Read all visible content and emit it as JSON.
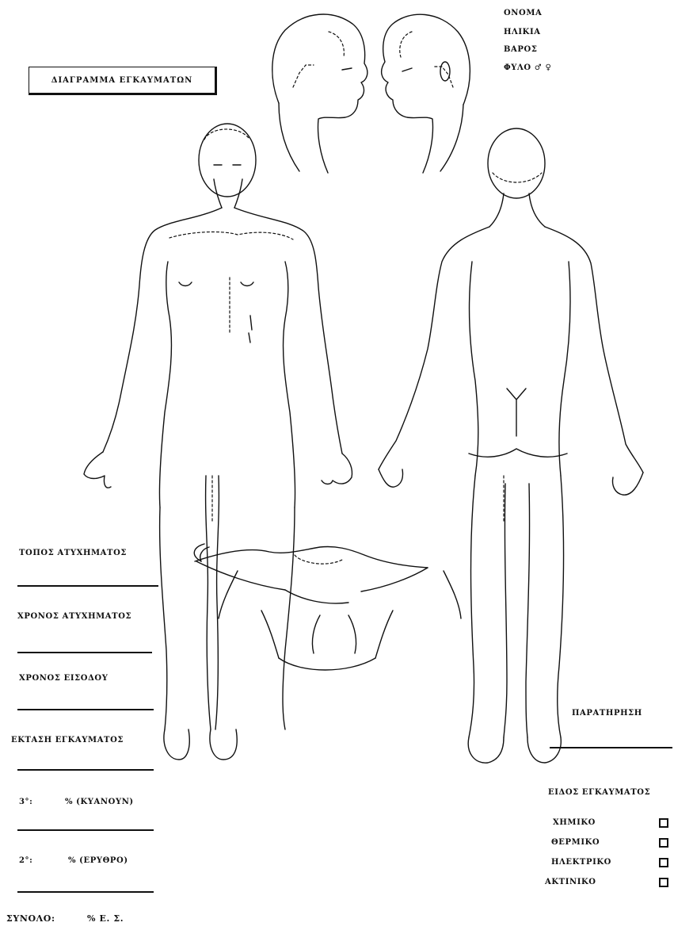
{
  "title": "ΔΙΑΓΡΑΜΜΑ ΕΓΚΑΥΜΑΤΩΝ",
  "patient_fields": [
    "ΟΝΟΜΑ",
    "ΗΛΙΚΙΑ",
    "ΒΑΡΟΣ",
    "ΦΥΛΟ ♂ ♀"
  ],
  "left_fields": {
    "place": "ΤΟΠΟΣ ΑΤΥΧΗΜΑΤΟΣ",
    "time_accident": "ΧΡΟΝΟΣ ΑΤΥΧΗΜΑΤΟΣ",
    "time_entry": "ΧΡΟΝΟΣ ΕΙΣΟΔΟΥ",
    "extent": "ΕΚΤΑΣΗ ΕΓΚΑΥΜΑΤΟΣ",
    "deg3_code": "3°:",
    "deg3_label": "% (ΚΥΑΝΟΥΝ)",
    "deg2_code": "2°:",
    "deg2_label": "% (ΕΡΥΘΡΟ)",
    "total_code": "ΣΥΝΟΛΟ:",
    "total_label": "% Ε. Σ."
  },
  "remarks_label": "ΠΑΡΑΤΗΡΗΣΗ",
  "burn_type": {
    "heading": "ΕΙΔΟΣ ΕΓΚΑΥΜΑΤΟΣ",
    "options": [
      "ΧΗΜΙΚΟ",
      "ΘΕΡΜΙΚΟ",
      "ΗΛΕΚΤΡΙΚΟ",
      "ΑΚΤΙΝΙΚΟ"
    ]
  }
}
